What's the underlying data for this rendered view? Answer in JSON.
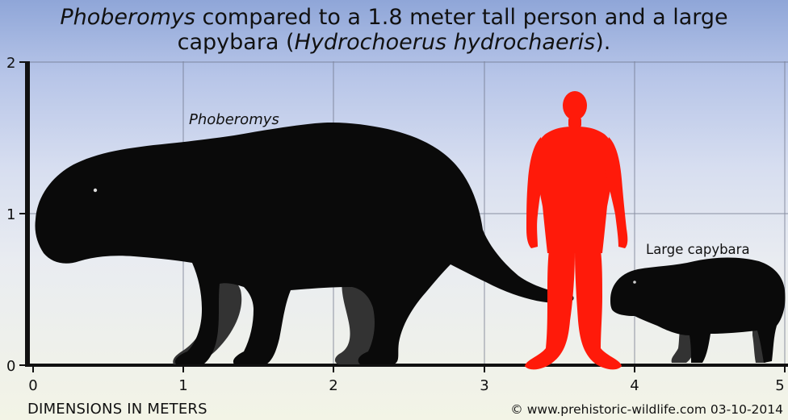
{
  "title": {
    "line1_italic": "Phoberomys",
    "line1_rest": " compared to a 1.8 meter tall person and a large",
    "line2_start": "capybara (",
    "line2_italic": "Hydrochoerus hydrochaeris",
    "line2_end": ")."
  },
  "labels": {
    "phoberomys": "Phoberomys",
    "capybara": "Large capybara"
  },
  "axes": {
    "x_ticks": [
      "0",
      "1",
      "2",
      "3",
      "4",
      "5"
    ],
    "y_ticks": [
      "0",
      "1",
      "2"
    ],
    "x_unit_label": "DIMENSIONS IN METERS"
  },
  "credit": "© www.prehistoric-wildlife.com 03-10-2014",
  "colors": {
    "silhouette_body": "#0a0a0a",
    "silhouette_far_legs": "#333333",
    "human": "#ff1a0a",
    "grid": "#6d7388",
    "axis": "#111111"
  },
  "scale_values": {
    "human_height_m": 1.8
  }
}
